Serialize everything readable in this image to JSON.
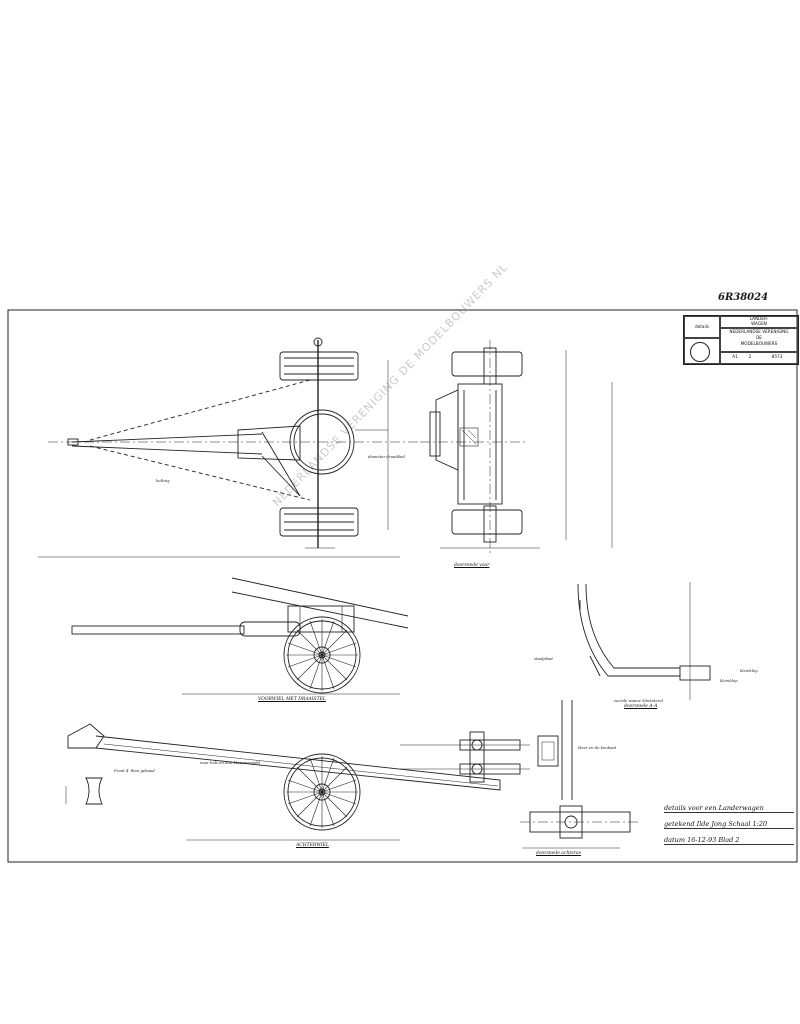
{
  "drawing": {
    "reference_number": "6R38024",
    "title_block": {
      "left_label": "details",
      "title_line1": "LANDER-",
      "title_line2": "WAGEN",
      "association_line1": "NEDERLANDSE VERENIGING",
      "association_line2": "DE",
      "association_line3": "MODELBOUWERS",
      "sheet_no": "2",
      "drawing_no": "8573",
      "small_mark": "A1"
    },
    "captions": {
      "front_section": "doorsnede voor",
      "front_wheel_view": "VOORWIEL MET DRAAISTEL",
      "detail_section": "doorsnede A-A",
      "rear_wheel_view": "ACHTERWIEL",
      "rear_section": "doorsnede achteras"
    },
    "annotations": {
      "bolting": "bolting",
      "wheel_diameter": "diameter draaiblad",
      "rear_note": "naar hals en duit klaarmaandel",
      "axle_note": "Front 4' than gebaud",
      "detail_top": "kleinklep.",
      "detail_left": "staalplaat",
      "detail_right": "kleinklep",
      "detail_bottom": "veerde wanne klinkaterel",
      "rear_right": "Hoer en de kenbaat"
    },
    "notes": {
      "line1": "details voor een Landerwagen",
      "line2": "getekend Ilde Jong  Schaal 1:20",
      "line3": "datum 16-12-93   Blad 2"
    },
    "watermark": "NEDERLANDSE VERENIGING DE MODELBOUWERS NL"
  }
}
